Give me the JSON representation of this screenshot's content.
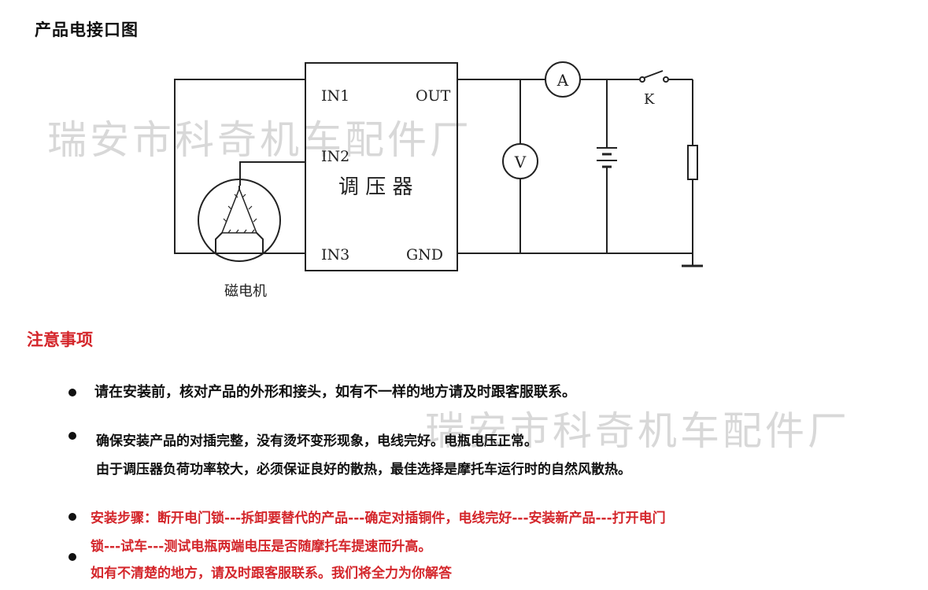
{
  "title": "产品电接口图",
  "watermark": "瑞安市科奇机车配件厂",
  "diagram": {
    "regulator": {
      "label": "调 压 器",
      "in1": "IN1",
      "in2": "IN2",
      "in3": "IN3",
      "out": "OUT",
      "gnd": "GND"
    },
    "magneto_label": "磁电机",
    "ammeter_label": "A",
    "voltmeter_label": "V",
    "switch_label": "K"
  },
  "notes": {
    "title": "注意事项",
    "item1": "请在安装前，核对产品的外形和接头，如有不一样的地方请及时跟客服联系。",
    "item2_line1": "确保安装产品的对插完整，没有烫坏变形现象，电线完好。电瓶电压正常。",
    "item2_line2": "由于调压器负荷功率较大，必须保证良好的散热，最佳选择是摩托车运行时的自然风散热。",
    "item3_line1": "安装步骤：断开电门锁---拆卸要替代的产品---确定对插铜件，电线完好---安装新产品---打开电门",
    "item3_line2": "锁---试车---测试电瓶两端电压是否随摩托车提速而升高。",
    "item4": "如有不清楚的地方，请及时跟客服联系。我们将全力为你解答"
  }
}
